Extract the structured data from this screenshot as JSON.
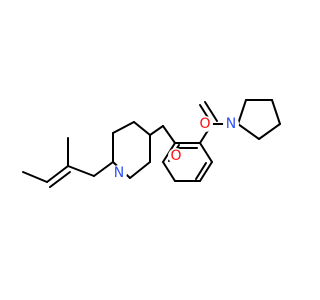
{
  "molecule": {
    "atoms": [
      {
        "id": "O_carbonyl",
        "label": "O",
        "color": "#ff0d0d"
      },
      {
        "id": "N_pyrrolidine",
        "label": "N",
        "color": "#3050f8"
      },
      {
        "id": "O_ether",
        "label": "O",
        "color": "#ff0d0d"
      },
      {
        "id": "N_piperidine",
        "label": "N",
        "color": "#3050f8"
      }
    ],
    "bond_color": "#000000"
  }
}
